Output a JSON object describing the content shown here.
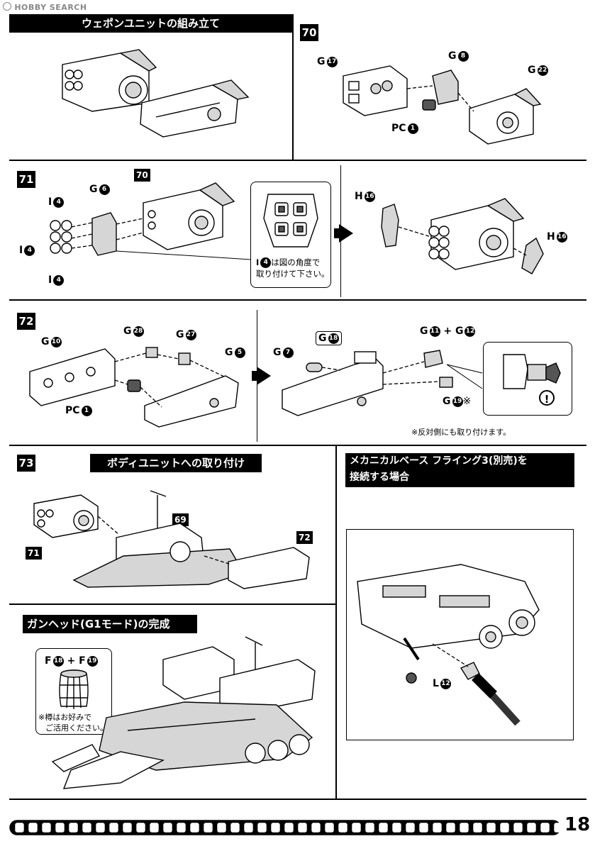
{
  "header": {
    "logo": "HOBBY SEARCH"
  },
  "section_weapon": {
    "title": "ウェポンユニットの組み立て"
  },
  "step70": {
    "number": "70",
    "parts": [
      {
        "letter": "G",
        "num": "17"
      },
      {
        "letter": "G",
        "num": "8"
      },
      {
        "letter": "G",
        "num": "22"
      },
      {
        "letter": "PC",
        "num": "1"
      }
    ]
  },
  "step71": {
    "number": "71",
    "ref_step": "70",
    "parts": [
      {
        "letter": "I",
        "num": "4"
      },
      {
        "letter": "I",
        "num": "4"
      },
      {
        "letter": "I",
        "num": "4"
      },
      {
        "letter": "G",
        "num": "6"
      },
      {
        "letter": "H",
        "num": "16"
      },
      {
        "letter": "H",
        "num": "16"
      }
    ],
    "note_part": {
      "letter": "I",
      "num": "4"
    },
    "note_line1": "は図の角度で",
    "note_line2": "取り付けて下さい。"
  },
  "step72": {
    "number": "72",
    "parts": [
      {
        "letter": "G",
        "num": "10"
      },
      {
        "letter": "G",
        "num": "28"
      },
      {
        "letter": "G",
        "num": "27"
      },
      {
        "letter": "G",
        "num": "5"
      },
      {
        "letter": "PC",
        "num": "1"
      },
      {
        "letter": "G",
        "num": "7"
      },
      {
        "letter": "G",
        "num": "18"
      },
      {
        "letter": "G",
        "num": "11"
      },
      {
        "letter": "G",
        "num": "12"
      },
      {
        "letter": "G",
        "num": "19"
      }
    ],
    "plus": "+",
    "ref_mark": "※",
    "note": "※反対側にも取り付けます。",
    "warning": "!"
  },
  "step73": {
    "number": "73",
    "title": "ボディユニットへの取り付け",
    "tags": [
      "71",
      "69",
      "72"
    ]
  },
  "mechanical": {
    "title_line1": "メカニカルベース フライング3(別売)を",
    "title_line2": "接続する場合",
    "part": {
      "letter": "L",
      "num": "12"
    }
  },
  "complete": {
    "title": "ガンヘッド(G1モード)の完成",
    "parts": [
      {
        "letter": "F",
        "num": "18"
      },
      {
        "letter": "F",
        "num": "19"
      }
    ],
    "plus": "+",
    "note_line1": "※樽はお好みで",
    "note_line2": "ご活用ください。"
  },
  "footer": {
    "page_number": "18"
  }
}
